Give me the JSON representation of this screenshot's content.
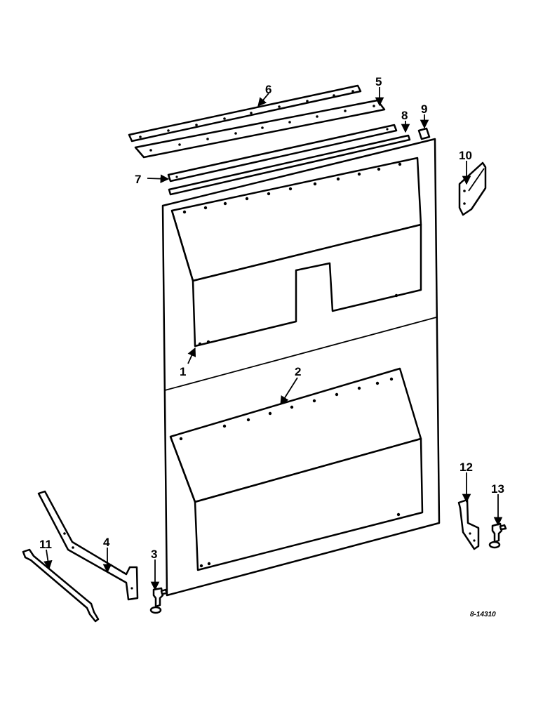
{
  "diagram": {
    "reference_code": "8-14310",
    "callouts": [
      {
        "id": "1",
        "label": "1"
      },
      {
        "id": "2",
        "label": "2"
      },
      {
        "id": "3",
        "label": "3"
      },
      {
        "id": "4",
        "label": "4"
      },
      {
        "id": "5",
        "label": "5"
      },
      {
        "id": "6",
        "label": "6"
      },
      {
        "id": "7",
        "label": "7"
      },
      {
        "id": "8",
        "label": "8"
      },
      {
        "id": "9",
        "label": "9"
      },
      {
        "id": "10",
        "label": "10"
      },
      {
        "id": "11",
        "label": "11"
      },
      {
        "id": "12",
        "label": "12"
      },
      {
        "id": "13",
        "label": "13"
      }
    ]
  }
}
